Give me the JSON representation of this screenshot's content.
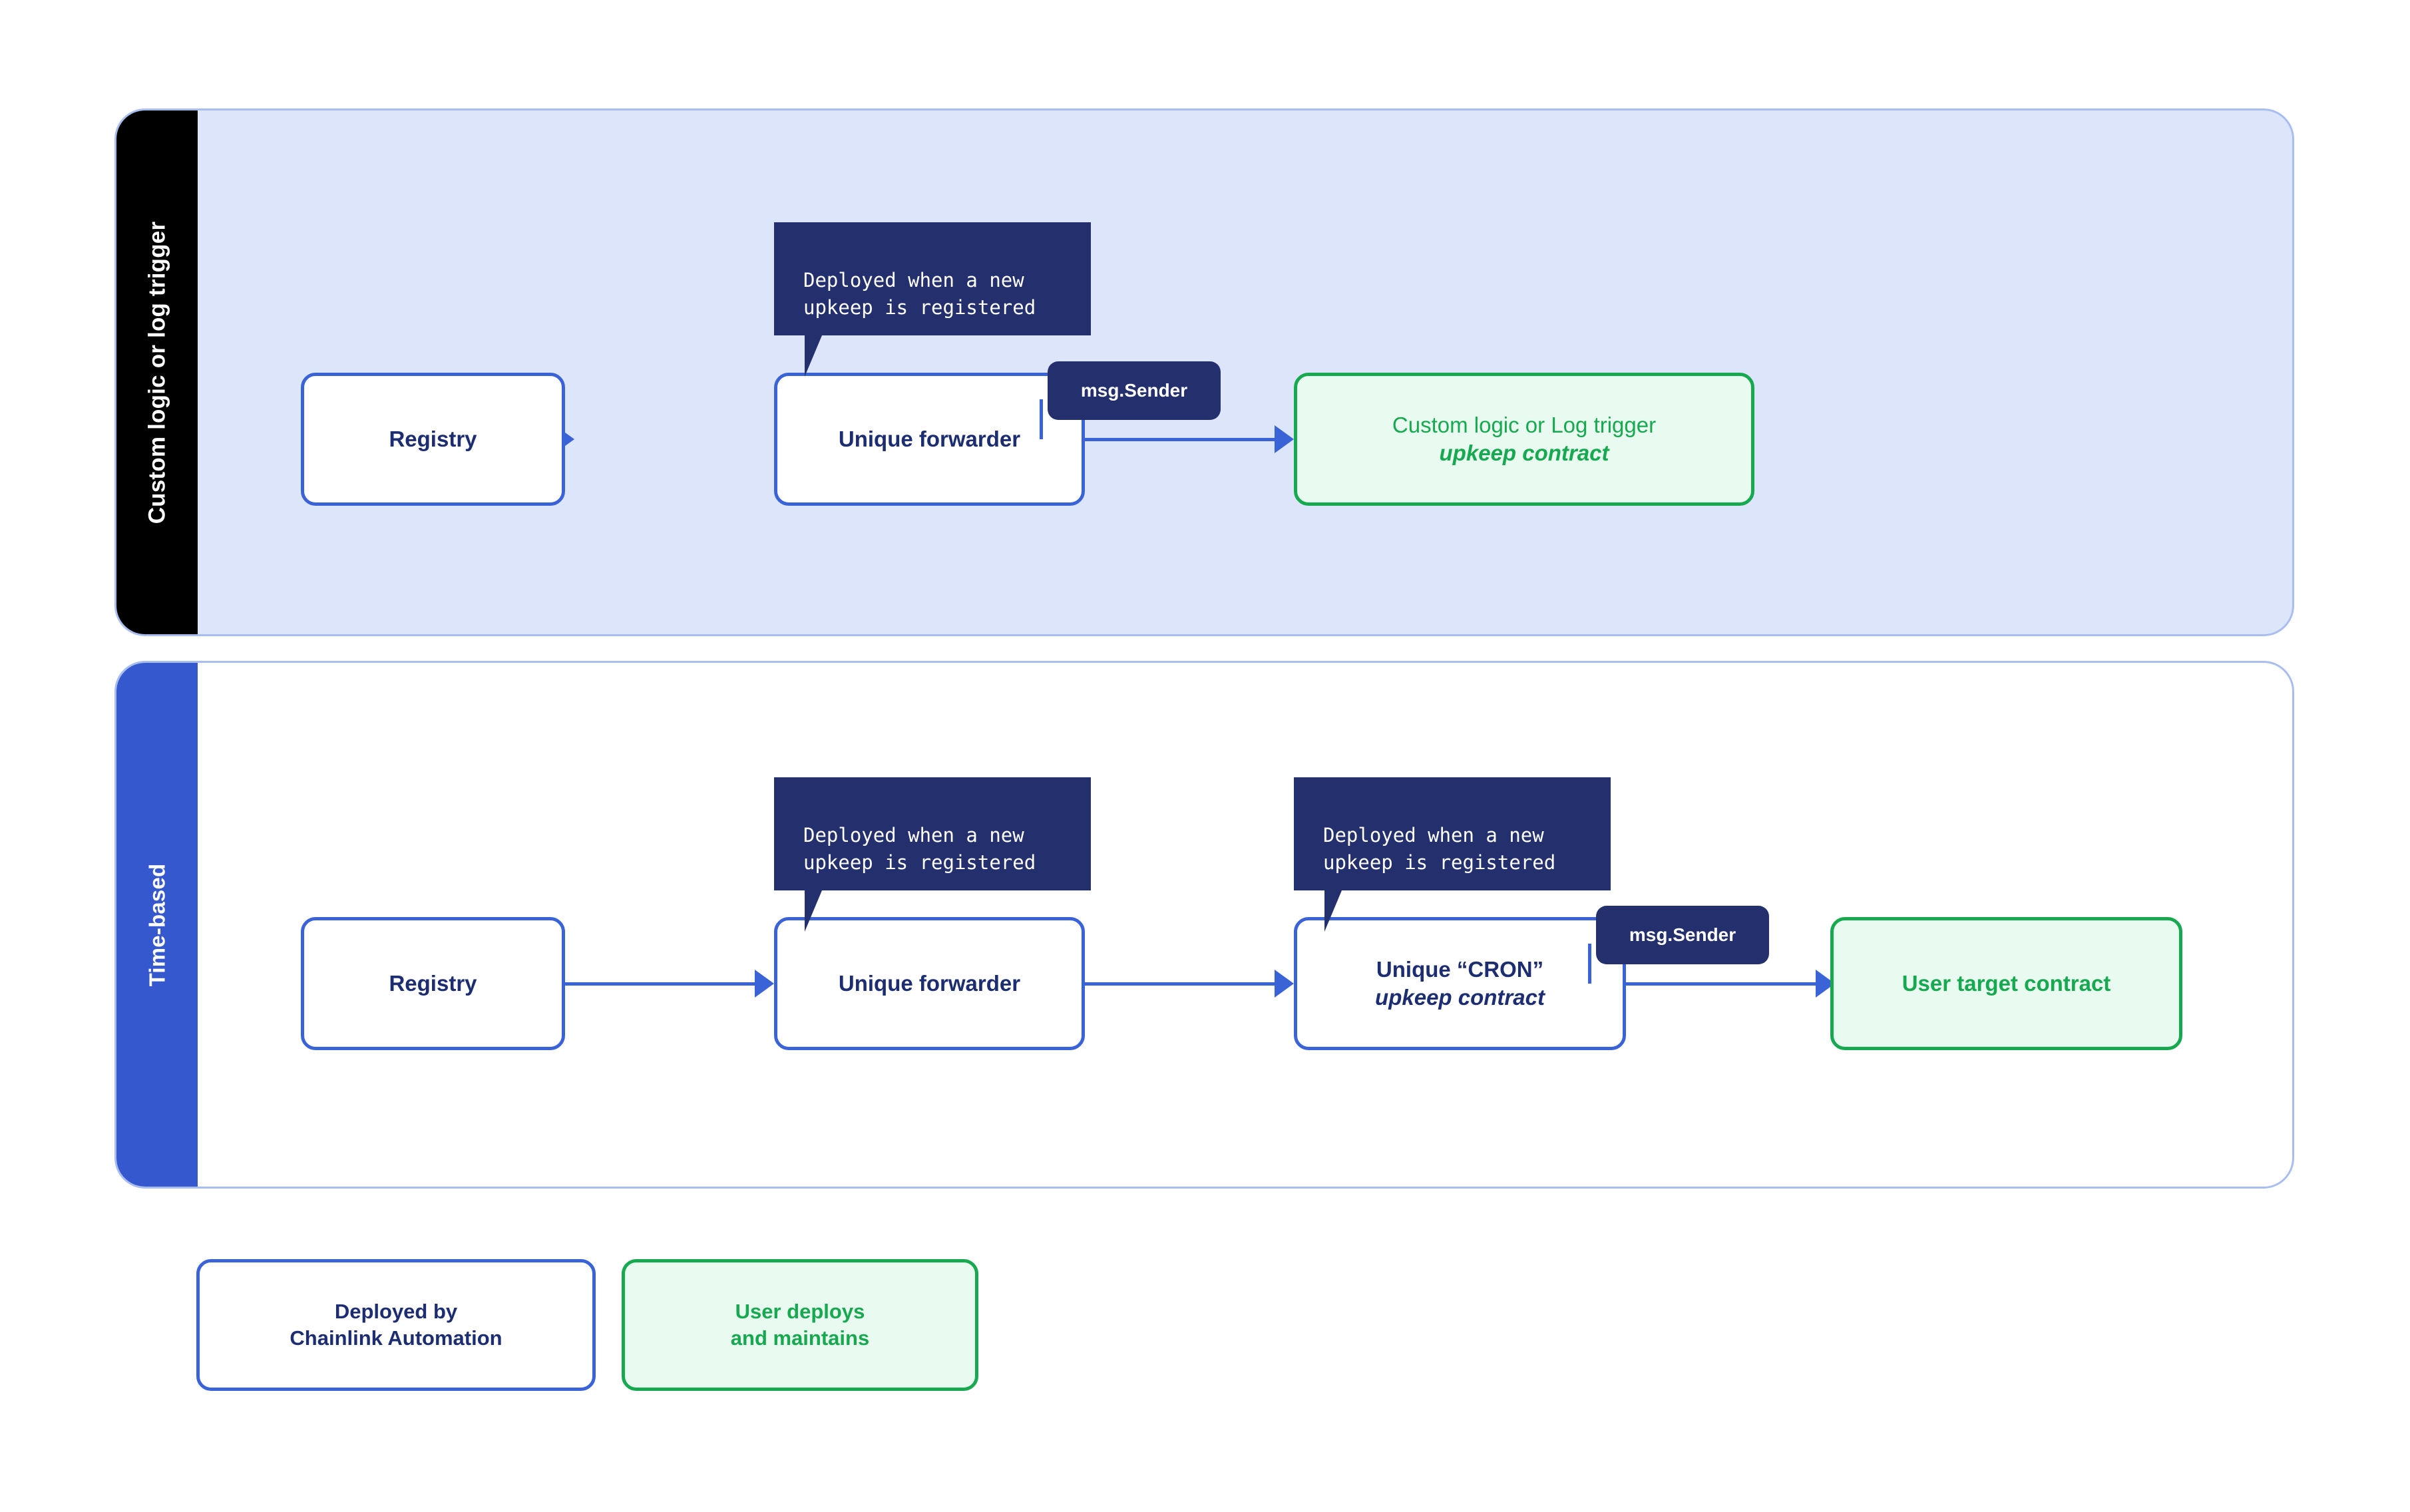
{
  "diagram": {
    "panels": [
      {
        "id": "custom-logic-or-log-trigger",
        "side_label": "Custom logic or log trigger",
        "side_color": "#000000",
        "fill": "#dde5fa",
        "border": "#a8bdf0",
        "nodes": [
          {
            "id": "registry",
            "line1": "Registry",
            "line2": "",
            "style": "blue"
          },
          {
            "id": "unique-forwarder",
            "line1": "Unique forwarder",
            "line2": "",
            "style": "blue"
          },
          {
            "id": "upkeep-contract",
            "line1": "Custom logic or Log trigger",
            "line2": "upkeep contract",
            "style": "green"
          }
        ],
        "tooltips": [
          {
            "id": "forwarder-tooltip",
            "text": "Deployed when a new\nupkeep is registered"
          }
        ],
        "badges": [
          {
            "id": "msg-sender-forwarder",
            "label": "msg.Sender"
          }
        ]
      },
      {
        "id": "time-based",
        "side_label": "Time-based",
        "side_color": "#3558ce",
        "fill": "#ffffff",
        "border": "#a8bdf0",
        "nodes": [
          {
            "id": "registry",
            "line1": "Registry",
            "line2": "",
            "style": "blue"
          },
          {
            "id": "unique-forwarder",
            "line1": "Unique forwarder",
            "line2": "",
            "style": "blue"
          },
          {
            "id": "unique-cron-upkeep",
            "line1": "Unique “CRON”",
            "line2": "upkeep contract",
            "style": "blue"
          },
          {
            "id": "user-target-contract",
            "line1": "User target contract",
            "line2": "",
            "style": "green"
          }
        ],
        "tooltips": [
          {
            "id": "forwarder-tooltip",
            "text": "Deployed when a new\nupkeep is registered"
          },
          {
            "id": "cron-tooltip",
            "text": "Deployed when a new\nupkeep is registered"
          }
        ],
        "badges": [
          {
            "id": "msg-sender-cron",
            "label": "msg.Sender"
          }
        ]
      }
    ],
    "legend": [
      {
        "id": "deployed-by-chainlink",
        "line1": "Deployed by",
        "line2": "Chainlink Automation",
        "style": "blue"
      },
      {
        "id": "user-deploys",
        "line1": "User deploys",
        "line2": "and maintains",
        "style": "green"
      }
    ],
    "colors": {
      "accent_blue": "#3a63d8",
      "navy_text": "#1c2d72",
      "navy_fill": "#24306e",
      "green": "#17a94f",
      "green_fill": "#e9faf0",
      "panel_fill": "#dde5fa",
      "panel_border": "#a8bdf0",
      "sidebar_blue": "#3558ce",
      "sidebar_black": "#000000"
    }
  }
}
